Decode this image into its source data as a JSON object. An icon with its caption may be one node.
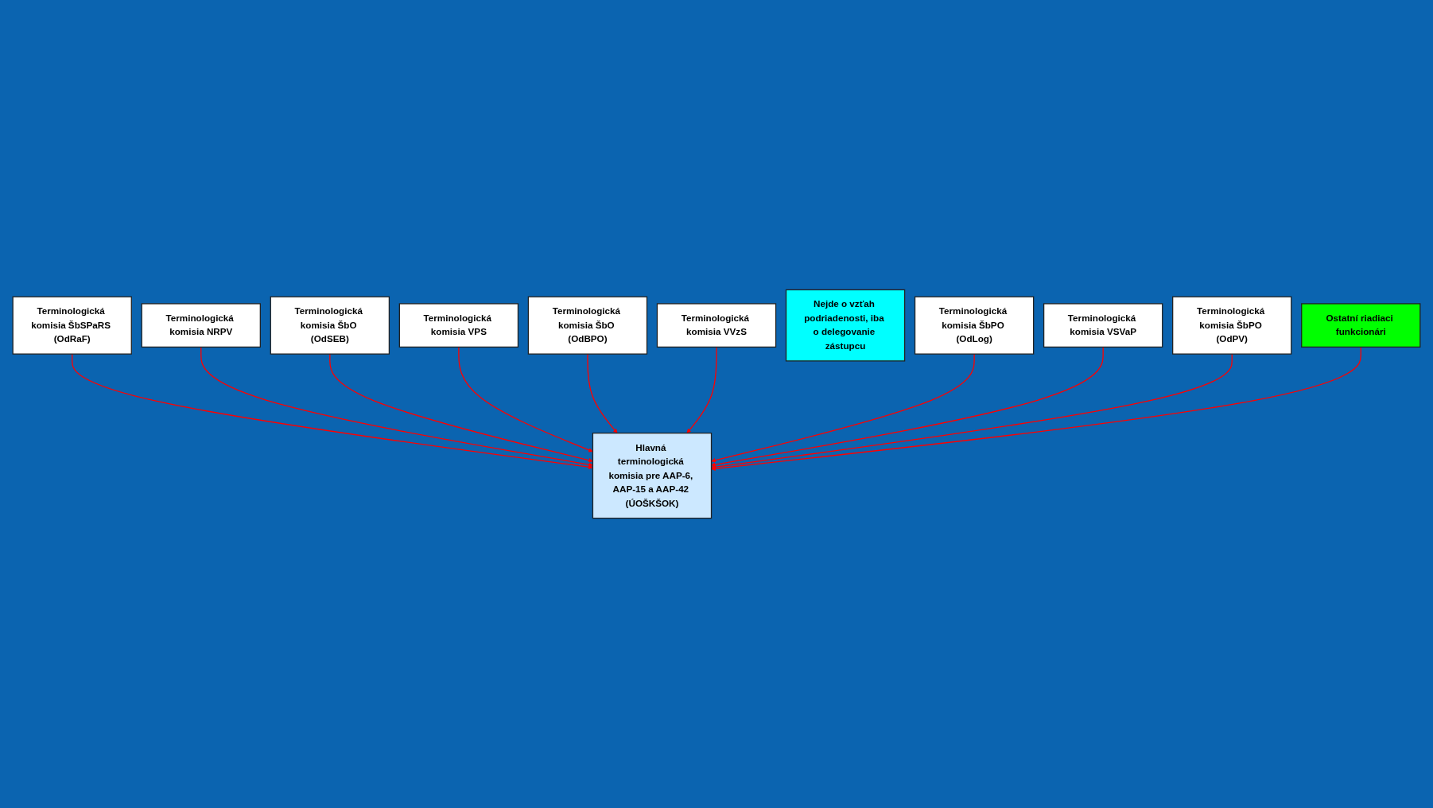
{
  "diagram": {
    "nodes": [
      {
        "text": [
          "Hlavná terminologická komisia pre AAP-6, AAP-15 a AAP-42 (ÚOŠKŠOK)"
        ]
      },
      {
        "text": [
          "Terminologická komisia ŠbSPaRS (OdRaF)"
        ]
      },
      {
        "text": [
          "Terminologická komisia NRPV"
        ]
      },
      {
        "text": [
          "Terminologická komisia ŠbO (OdSEB)"
        ]
      },
      {
        "text": [
          "Terminologická komisia VPS"
        ]
      },
      {
        "text": [
          "Terminologická komisia ŠbO (OdBPO)"
        ]
      },
      {
        "text": [
          "Terminologická komisia VVzS"
        ]
      },
      {
        "text": [
          "Nejde o vzťah podriadenosti, iba o delegovanie zástupcu"
        ]
      },
      {
        "text": [
          "Terminologická komisia ŠbPO (OdLog)"
        ]
      },
      {
        "text": [
          "Terminologická komisia VSVaP"
        ]
      },
      {
        "text": [
          "Terminologická komisia ŠbPO (OdPV)"
        ]
      },
      {
        "text": [
          "Ostatní riadiaci funkcionári"
        ]
      }
    ],
    "edges": [
      {
        "from": 1,
        "to": 0,
        "arrow": "to"
      },
      {
        "from": 2,
        "to": 0,
        "arrow": "to"
      },
      {
        "from": 3,
        "to": 0,
        "arrow": "to"
      },
      {
        "from": 4,
        "to": 0,
        "arrow": "to"
      },
      {
        "from": 5,
        "to": 0,
        "arrow": "to"
      },
      {
        "from": 6,
        "to": 0,
        "arrow": "to"
      },
      {
        "from": 8,
        "to": 0,
        "arrow": "to"
      },
      {
        "from": 9,
        "to": 0,
        "arrow": "to"
      },
      {
        "from": 10,
        "to": 0,
        "arrow": "to"
      },
      {
        "from": 11,
        "to": 0,
        "arrow": "to"
      }
    ]
  }
}
